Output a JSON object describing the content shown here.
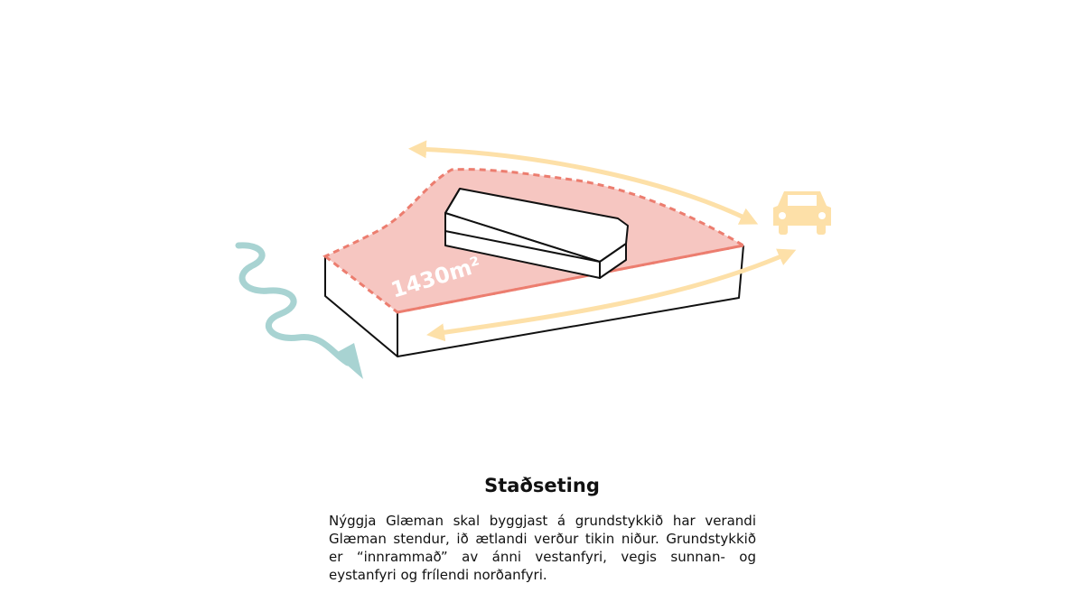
{
  "diagram": {
    "area_label": "1430m²",
    "colors": {
      "plot_fill": "#f6c6c1",
      "plot_outline": "#ec7d6f",
      "arrow": "#fde0a8",
      "river": "#a8d3d2",
      "car": "#fde0a8",
      "lines": "#111111"
    },
    "icons": [
      "car-icon",
      "river-arrow",
      "access-arrow"
    ]
  },
  "caption": {
    "title": "Staðseting",
    "text": "Nýggja Glæman skal byggjast á grundstykkið har verandi Glæman stendur, ið ætlandi verður tikin niður. Grundstykkið er “innrammað” av ánni vestanfyri, vegis sunnan- og eystanfyri og frílendi norðanfyri."
  }
}
